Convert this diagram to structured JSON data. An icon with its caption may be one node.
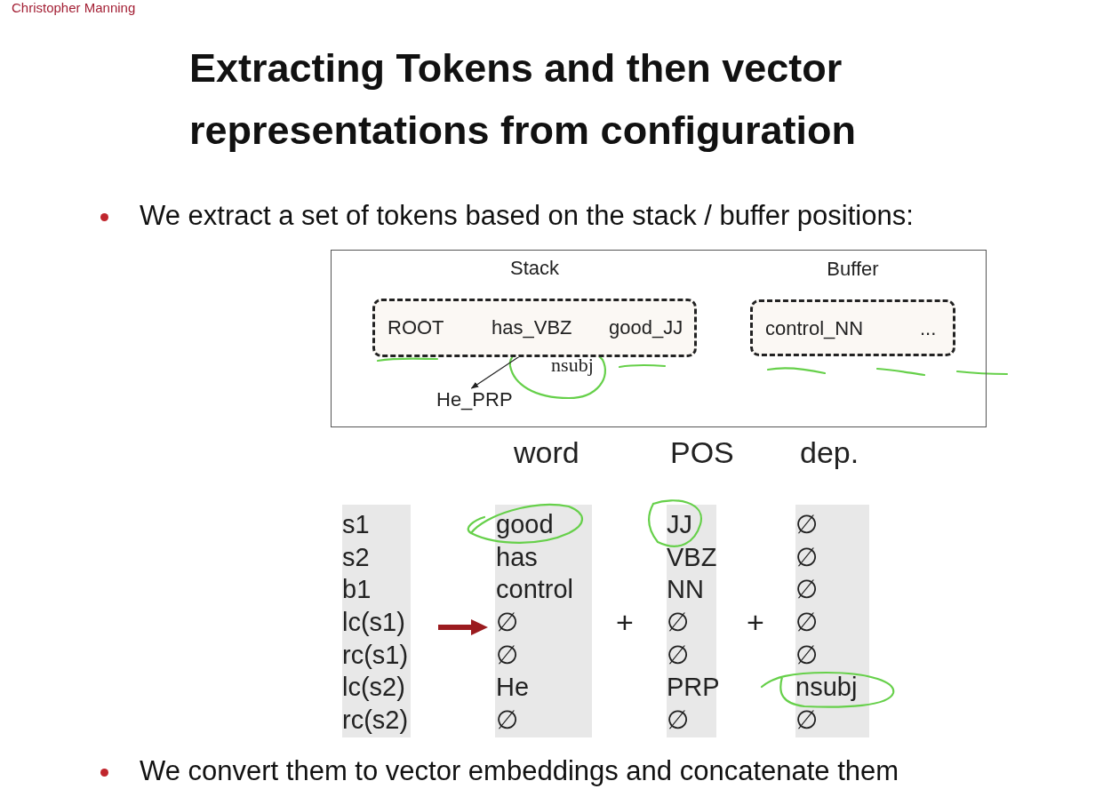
{
  "diagram": {
    "title": "Extracting Tokens and then vector representations from configuration",
    "nodes": [
      {
        "text": [],
        "shape": "box"
      },
      {
        "text": [
          "Stack"
        ],
        "in": 0
      },
      {
        "text": [
          "ROOT"
        ],
        "in": 1
      },
      {
        "text": [
          "has_VBZ"
        ],
        "in": 1
      },
      {
        "text": [
          "good_JJ"
        ],
        "in": 1
      },
      {
        "text": [
          "Buffer"
        ],
        "in": 0
      },
      {
        "text": [
          "control_NN"
        ],
        "in": 5
      },
      {
        "text": [
          "..."
        ],
        "in": 5
      },
      {
        "text": [
          "He_PRP"
        ],
        "in": 0
      }
    ],
    "edges": [
      {
        "from": 3,
        "to": 8,
        "arrow": "to",
        "label": "nsubj"
      }
    ],
    "labels": [
      "Christopher Manning",
      "We extract a set of tokens based on the stack / buffer positions:",
      "word",
      "POS",
      "dep.",
      "s1",
      "good",
      "JJ",
      "∅",
      "s2",
      "has",
      "VBZ",
      "∅",
      "b1",
      "control",
      "NN",
      "∅",
      "lc(s1)",
      "∅",
      "+",
      "∅",
      "+",
      "∅",
      "rc(s1)",
      "∅",
      "∅",
      "∅",
      "lc(s2)",
      "He",
      "PRP",
      "nsubj",
      "rc(s2)",
      "∅",
      "∅",
      "∅",
      "We convert them to vector embeddings and concatenate them"
    ]
  }
}
